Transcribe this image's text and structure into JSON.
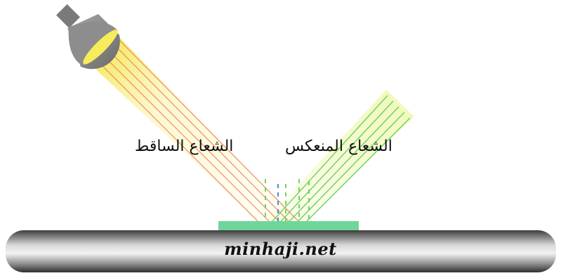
{
  "labels": {
    "incident_ray": "الشعاع الساقط",
    "reflected_ray": "الشعاع المنعكس"
  },
  "watermark": "minhaji.net",
  "colors": {
    "incident_beam": "#f5e96a",
    "incident_lines": "#f08a5a",
    "reflected_beam": "#eef7b0",
    "reflected_lines": "#5ccc5c",
    "surface_strip": "#6fd69a",
    "lamp": "#8a8a8a",
    "bar_dark": "#3a3a3a",
    "bar_light": "#e6e6e6"
  },
  "icons": {
    "lamp": "spotlight-lamp-icon"
  }
}
